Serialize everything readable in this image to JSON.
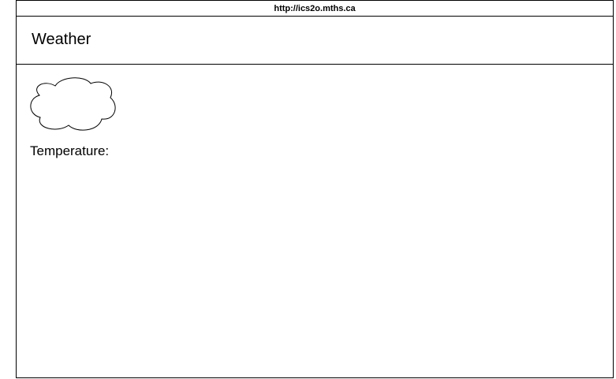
{
  "browser": {
    "url": "http://ics2o.mths.ca"
  },
  "header": {
    "title": "Weather"
  },
  "main": {
    "weather_icon": "cloud-icon",
    "temperature_label": "Temperature:"
  }
}
